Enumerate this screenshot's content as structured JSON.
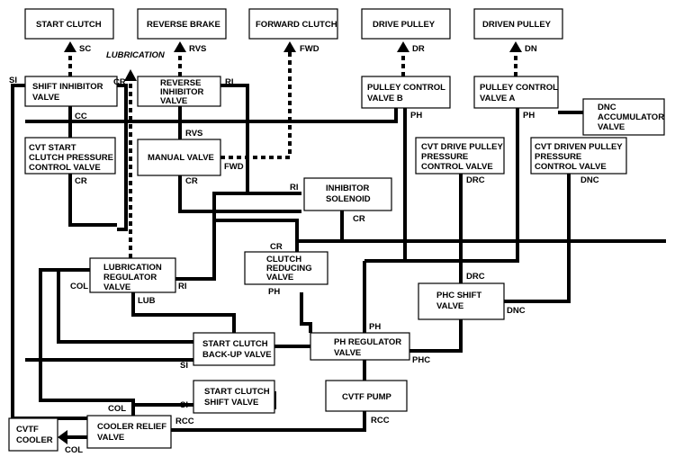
{
  "boxes": {
    "start_clutch": [
      "START CLUTCH"
    ],
    "reverse_brake": [
      "REVERSE BRAKE"
    ],
    "forward_clutch": [
      "FORWARD CLUTCH"
    ],
    "drive_pulley": [
      "DRIVE PULLEY"
    ],
    "driven_pulley": [
      "DRIVEN PULLEY"
    ],
    "shift_inhibitor_valve": [
      "SHIFT INHIBITOR",
      "VALVE"
    ],
    "reverse_inhibitor_valve": [
      "REVERSE",
      "INHIBITOR",
      "VALVE"
    ],
    "pulley_control_valve_b": [
      "PULLEY CONTROL",
      "VALVE B"
    ],
    "pulley_control_valve_a": [
      "PULLEY CONTROL",
      "VALVE A"
    ],
    "dnc_accumulator_valve": [
      "DNC",
      "ACCUMULATOR",
      "VALVE"
    ],
    "cvt_start_clutch_pressure_control_valve": [
      "CVT START",
      "CLUTCH PRESSURE",
      "CONTROL VALVE"
    ],
    "manual_valve": [
      "MANUAL VALVE"
    ],
    "cvt_drive_pulley_pressure_control_valve": [
      "CVT DRIVE PULLEY",
      "PRESSURE",
      "CONTROL VALVE"
    ],
    "cvt_driven_pulley_pressure_control_valve": [
      "CVT DRIVEN PULLEY",
      "PRESSURE",
      "CONTROL VALVE"
    ],
    "inhibitor_solenoid": [
      "INHIBITOR",
      "SOLENOID"
    ],
    "clutch_reducing_valve": [
      "CLUTCH",
      "REDUCING",
      "VALVE"
    ],
    "lubrication_regulator_valve": [
      "LUBRICATION",
      "REGULATOR",
      "VALVE"
    ],
    "phc_shift_valve": [
      "PHC SHIFT",
      "VALVE"
    ],
    "start_clutch_backup_valve": [
      "START CLUTCH",
      "BACK-UP VALVE"
    ],
    "ph_regulator_valve": [
      "PH REGULATOR",
      "VALVE"
    ],
    "start_clutch_shift_valve": [
      "START CLUTCH",
      "SHIFT VALVE"
    ],
    "cvtf_pump": [
      "CVTF PUMP"
    ],
    "cvtf_cooler": [
      "CVTF",
      "COOLER"
    ],
    "cooler_relief_valve": [
      "COOLER RELIEF",
      "VALVE"
    ]
  },
  "signals": {
    "sc": "SC",
    "rvs_top": "RVS",
    "fwd_top": "FWD",
    "dr": "DR",
    "dn": "DN",
    "lubrication": "LUBRICATION",
    "si_left": "SI",
    "cr_shift": "CR",
    "ri_reverse": "RI",
    "cc": "CC",
    "rvs_manual": "RVS",
    "fwd_manual": "FWD",
    "cr_cvt_start": "CR",
    "cr_manual": "CR",
    "ph_b": "PH",
    "ph_a": "PH",
    "drc": "DRC",
    "dnc": "DNC",
    "ri_solenoid": "RI",
    "cr_solenoid": "CR",
    "cr_clutch": "CR",
    "ph_clutch": "PH",
    "drc_lower": "DRC",
    "col_lube": "COL",
    "ri_lube": "RI",
    "lub": "LUB",
    "dnc_phc": "DNC",
    "ph_regulator": "PH",
    "si_backup": "SI",
    "phc": "PHC",
    "si_shift": "SI",
    "col_cooler": "COL",
    "rcc_cooler": "RCC",
    "rcc_pump": "RCC",
    "col_arrow": "COL"
  }
}
